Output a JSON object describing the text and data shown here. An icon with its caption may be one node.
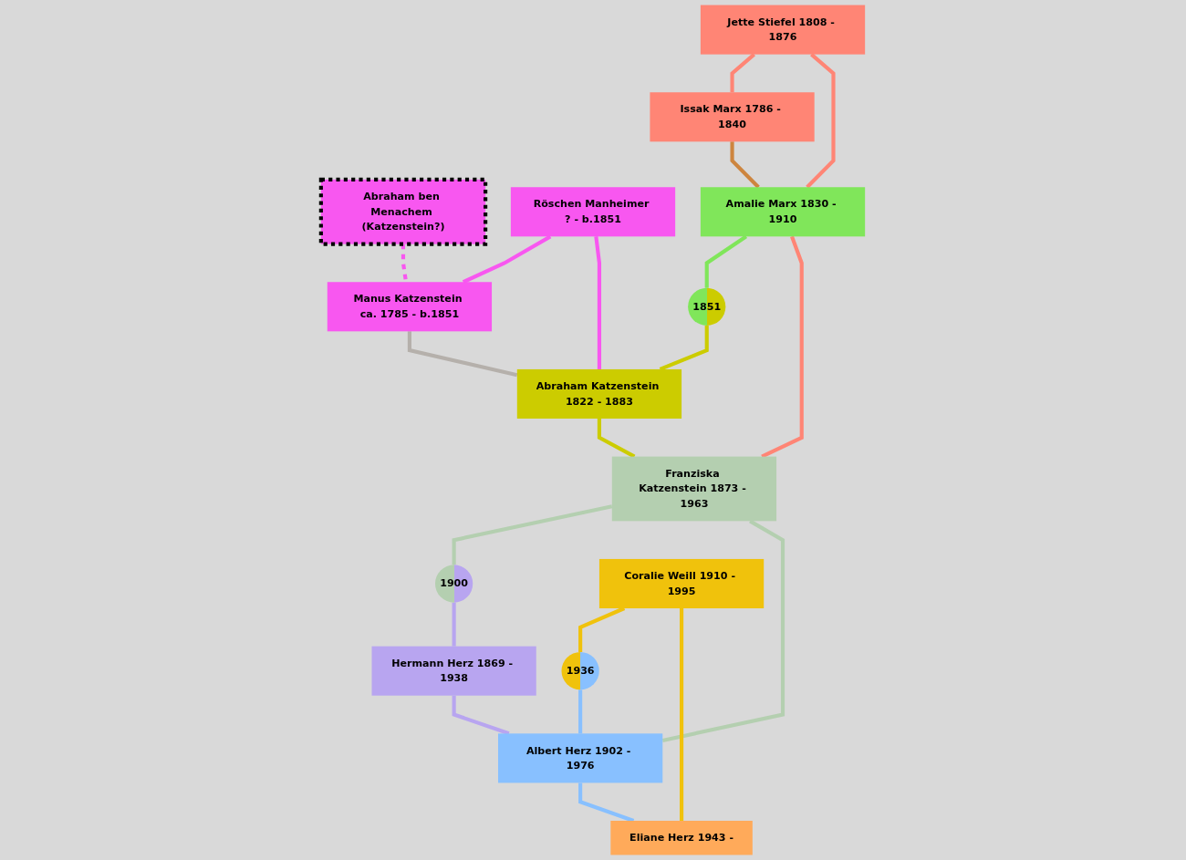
{
  "diagram": {
    "nodes": [
      {
        "text": [
          "Abraham ben Menachem (Katzenstein?)"
        ]
      },
      {
        "text": [
          "Jette Stiefel 1808 - 1876"
        ]
      },
      {
        "text": [
          "Issak Marx 1786 - 1840"
        ]
      },
      {
        "text": [
          "Röschen Manheimer ? - b.1851"
        ]
      },
      {
        "text": [
          "Manus Katzenstein ca. 1785 - b.1851"
        ]
      },
      {
        "text": [
          "Amalie Marx 1830 - 1910"
        ]
      },
      {
        "text": [
          "1851"
        ]
      },
      {
        "text": [
          "Abraham Katzenstein 1822 - 1883"
        ]
      },
      {
        "text": [
          "Franziska Katzenstein 1873 - 1963"
        ]
      },
      {
        "text": [
          "1900"
        ]
      },
      {
        "text": [
          "Hermann Herz 1869 - 1938"
        ]
      },
      {
        "text": [
          "Coralie Weill 1910 - 1995"
        ]
      },
      {
        "text": [
          "1936"
        ]
      },
      {
        "text": [
          "Albert Herz 1902 - 1976"
        ]
      },
      {
        "text": [
          "Eliane Herz 1943 -"
        ]
      }
    ],
    "edges": [
      {
        "from": 0,
        "to": 4,
        "arrow": "none",
        "style": "dashed",
        "color": "#f857f0"
      },
      {
        "from": 1,
        "to": 2,
        "arrow": "none",
        "color": "#ff8575"
      },
      {
        "from": 3,
        "to": 4,
        "arrow": "none",
        "color": "#f857f0"
      },
      {
        "from": 1,
        "to": 5,
        "arrow": "none",
        "color": "#ff8575"
      },
      {
        "from": 2,
        "to": 5,
        "arrow": "none",
        "color": "#cd853f"
      },
      {
        "from": 3,
        "to": 7,
        "arrow": "none",
        "color": "#f857f0"
      },
      {
        "from": 4,
        "to": 7,
        "arrow": "none",
        "color": "#b5b0ab"
      },
      {
        "from": 5,
        "to": 6,
        "arrow": "none",
        "color": "#80e65a"
      },
      {
        "from": 6,
        "to": 7,
        "arrow": "none",
        "color": "#cccc00"
      },
      {
        "from": 5,
        "to": 8,
        "arrow": "none",
        "color": "#ff8575"
      },
      {
        "from": 7,
        "to": 8,
        "arrow": "none",
        "color": "#cccc00"
      },
      {
        "from": 8,
        "to": 9,
        "arrow": "none",
        "color": "#b4cfb0"
      },
      {
        "from": 9,
        "to": 10,
        "arrow": "none",
        "color": "#b8a5f0"
      },
      {
        "from": 8,
        "to": 13,
        "arrow": "none",
        "color": "#b4cfb0"
      },
      {
        "from": 10,
        "to": 13,
        "arrow": "none",
        "color": "#b8a5f0"
      },
      {
        "from": 11,
        "to": 12,
        "arrow": "none",
        "color": "#f0c20c"
      },
      {
        "from": 12,
        "to": 13,
        "arrow": "none",
        "color": "#88c0ff"
      },
      {
        "from": 11,
        "to": 14,
        "arrow": "none",
        "color": "#f0c20c"
      },
      {
        "from": 13,
        "to": 14,
        "arrow": "none",
        "color": "#88c0ff"
      }
    ]
  }
}
